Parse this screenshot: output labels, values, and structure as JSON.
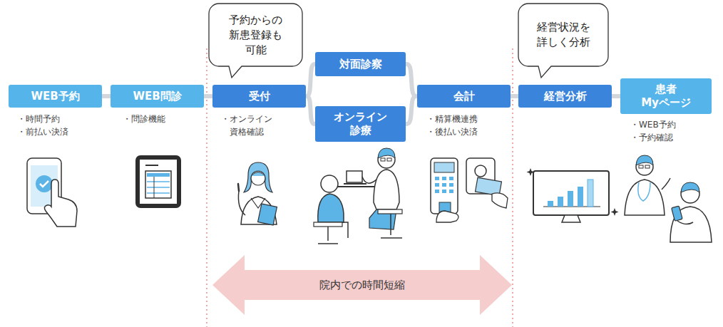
{
  "diagram": {
    "nodes": [
      {
        "text": [
          "WEB予約"
        ]
      },
      {
        "text": [
          "WEB問診"
        ]
      },
      {
        "text": [
          "予約からの 新患登録も 可能"
        ]
      },
      {
        "text": [
          "受付"
        ]
      },
      {
        "text": [
          "対面診察"
        ]
      },
      {
        "text": [
          "オンライン 診療"
        ]
      },
      {
        "text": [
          "会計"
        ]
      },
      {
        "text": [
          "経営状況を 詳しく分析"
        ]
      },
      {
        "text": [
          "経営分析"
        ]
      },
      {
        "text": [
          "患者 Myページ"
        ]
      },
      {
        "text": [
          "院内での時間短縮"
        ]
      }
    ],
    "edges": [
      {
        "from": 0,
        "to": 1,
        "arrow": "none"
      },
      {
        "from": 1,
        "to": 3,
        "arrow": "none"
      },
      {
        "from": 3,
        "to": 4,
        "arrow": "none"
      },
      {
        "from": 3,
        "to": 5,
        "arrow": "none"
      },
      {
        "from": 4,
        "to": 6,
        "arrow": "none"
      },
      {
        "from": 5,
        "to": 6,
        "arrow": "none"
      },
      {
        "from": 6,
        "to": 8,
        "arrow": "none"
      },
      {
        "from": 8,
        "to": 9,
        "arrow": "none"
      }
    ],
    "labels": [
      "・時間予約",
      "・前払い決済",
      "・問診機能",
      "・オンライン 資格確認",
      "・精算機連携",
      "・後払い決済",
      "・WEB予約",
      "・予約確認"
    ]
  }
}
